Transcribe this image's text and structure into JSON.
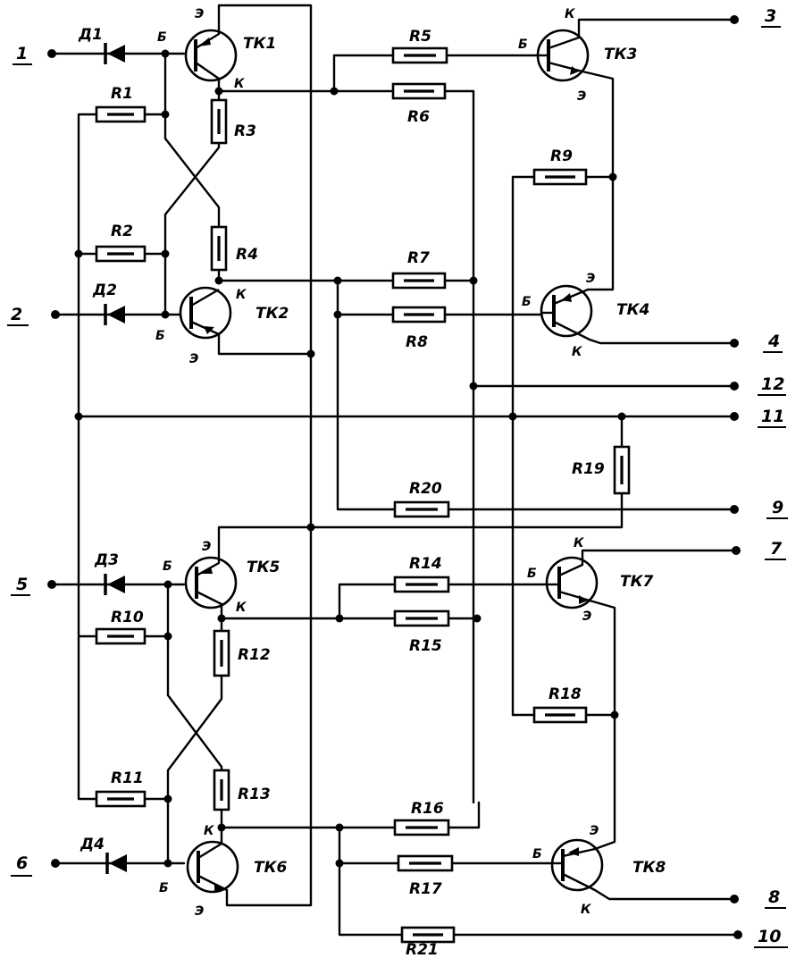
{
  "transistors": [
    {
      "label": "ТК1",
      "b": "Б",
      "e": "Э",
      "c": "К"
    },
    {
      "label": "ТК2",
      "b": "Б",
      "e": "Э",
      "c": "К"
    },
    {
      "label": "ТК3",
      "b": "Б",
      "e": "Э",
      "c": "К"
    },
    {
      "label": "ТК4",
      "b": "Б",
      "e": "Э",
      "c": "К"
    },
    {
      "label": "ТК5",
      "b": "Б",
      "e": "Э",
      "c": "К"
    },
    {
      "label": "ТК6",
      "b": "Б",
      "e": "Э",
      "c": "К"
    },
    {
      "label": "ТК7",
      "b": "Б",
      "e": "Э",
      "c": "К"
    },
    {
      "label": "ТК8",
      "b": "Б",
      "e": "Э",
      "c": "К"
    }
  ],
  "resistors": [
    "R1",
    "R2",
    "R3",
    "R4",
    "R5",
    "R6",
    "R7",
    "R8",
    "R9",
    "R10",
    "R11",
    "R12",
    "R13",
    "R14",
    "R15",
    "R16",
    "R17",
    "R18",
    "R19",
    "R20",
    "R21"
  ],
  "diodes": [
    "Д1",
    "Д2",
    "Д3",
    "Д4"
  ],
  "terminals": [
    "1",
    "2",
    "3",
    "4",
    "5",
    "6",
    "7",
    "8",
    "9",
    "10",
    "11",
    "12"
  ]
}
